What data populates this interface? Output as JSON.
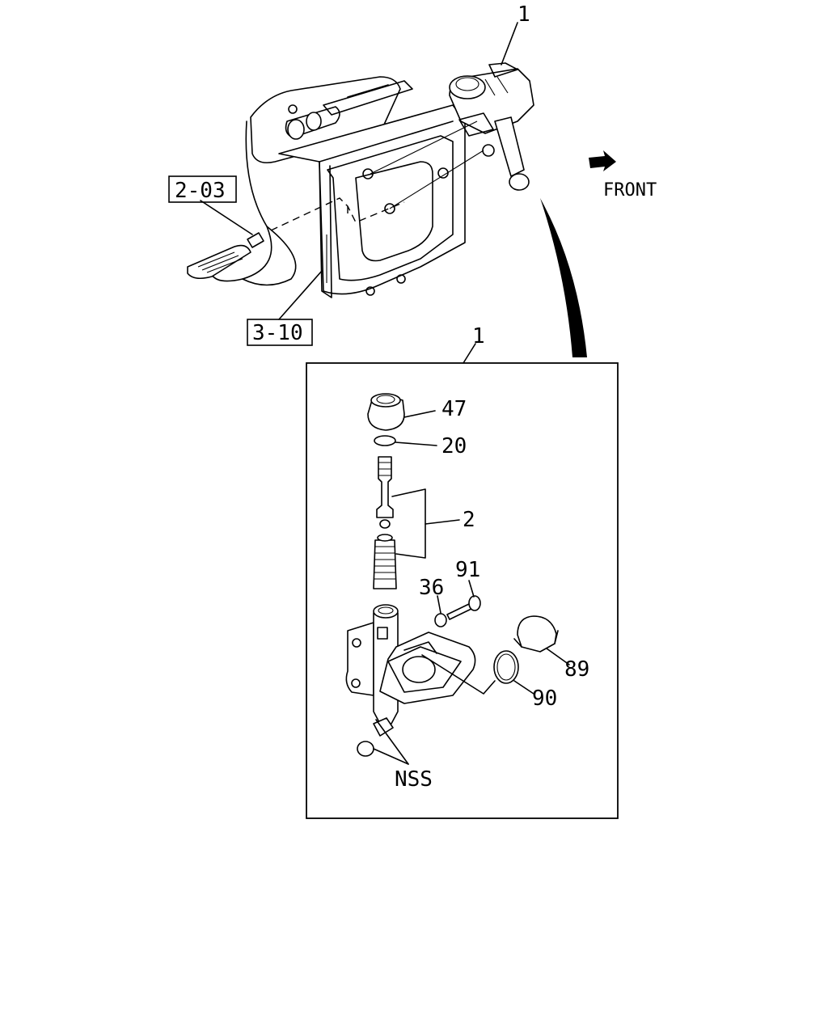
{
  "callouts": {
    "part_1_top": "1",
    "ref_2_03": "2-03",
    "ref_3_10": "3-10",
    "front": "FRONT",
    "part_1_box": "1",
    "part_47": "47",
    "part_20": "20",
    "part_2": "2",
    "part_91": "91",
    "part_36": "36",
    "part_89": "89",
    "part_90": "90",
    "nss": "NSS"
  }
}
